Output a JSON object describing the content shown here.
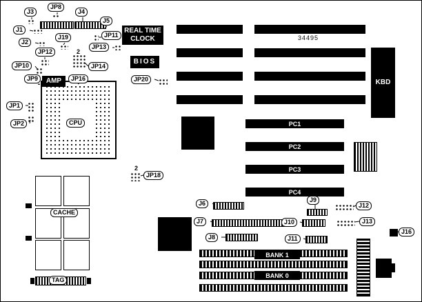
{
  "labels": {
    "j1": "J1",
    "j2": "J2",
    "j3": "J3",
    "j4": "J4",
    "j5": "J5",
    "j6": "J6",
    "j7": "J7",
    "j8": "J8",
    "j9": "J9",
    "j10": "J10",
    "j11": "J11",
    "j12": "J12",
    "j13": "J13",
    "j16": "J16",
    "j19": "J19",
    "jp1": "JP1",
    "jp2": "JP2",
    "jp8": "JP8",
    "jp9": "JP9",
    "jp10": "JP10",
    "jp11": "JP11",
    "jp12": "JP12",
    "jp13": "JP13",
    "jp14": "JP14",
    "jp16": "JP16",
    "jp18": "JP18",
    "jp20": "JP20",
    "cpu": "CPU",
    "cache": "CACHE",
    "tag": "TAG"
  },
  "chips": {
    "rtc_line1": "REAL TIME",
    "rtc_line2": "CLOCK",
    "bios": "BIOS",
    "amp": "AMP",
    "kbd": "KBD"
  },
  "slots": {
    "pc1": "PC1",
    "pc2": "PC2",
    "pc3": "PC3",
    "pc4": "PC4",
    "bank1": "BANK 1",
    "bank0": "BANK 0"
  },
  "annotations": {
    "part_number": "34495",
    "jp14_pin": "2",
    "jp18_pin": "2"
  },
  "colors": {
    "ink": "#000000",
    "paper": "#ffffff"
  }
}
